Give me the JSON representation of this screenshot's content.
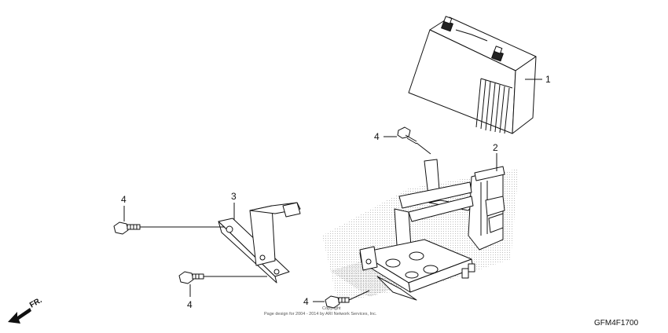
{
  "callouts": {
    "battery": "1",
    "battery_box": "2",
    "stay": "3",
    "bolt_top": "4",
    "bolt_left_upper": "4",
    "bolt_left_lower": "4",
    "bolt_bottom": "4"
  },
  "copyright_line1": "Copyright",
  "copyright_line2": "Page design for 2004 - 2014 by ARI Network Services, Inc.",
  "figure_code": "GFM4F1700",
  "front_indicator": "FR."
}
